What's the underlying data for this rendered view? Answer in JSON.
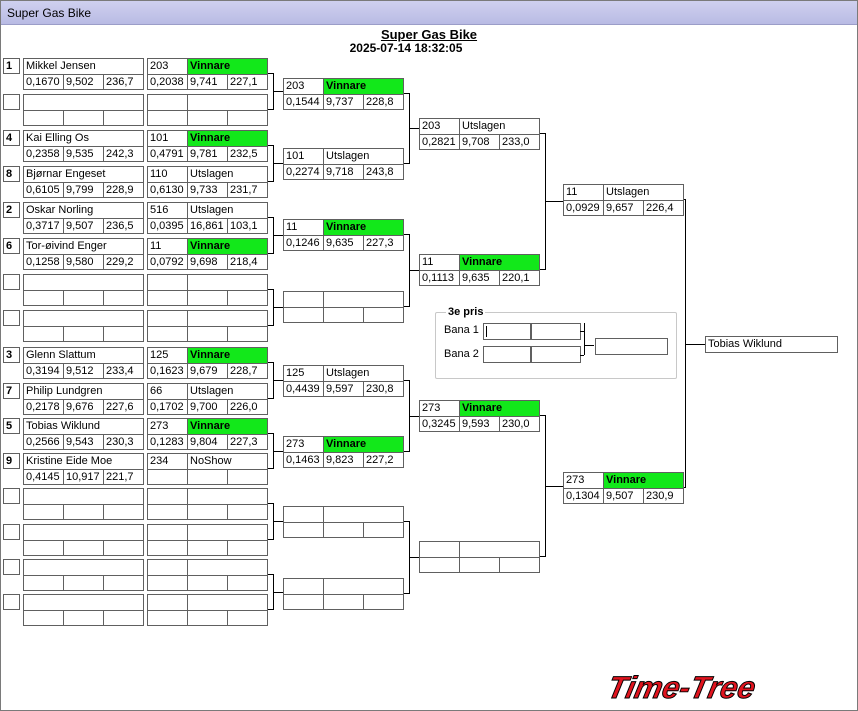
{
  "window": {
    "title": "Super Gas Bike"
  },
  "header": {
    "title": "Super Gas Bike",
    "datetime": "2025-07-14 18:32:05"
  },
  "rounds": {
    "r1": [
      {
        "seed": "1",
        "name": "Mikkel Jensen",
        "rt": "0,1670",
        "et": "9,502",
        "speed": "236,7"
      },
      {
        "seed": "",
        "name": "",
        "rt": "",
        "et": "",
        "speed": ""
      },
      {
        "seed": "4",
        "name": "Kai Elling Os",
        "rt": "0,2358",
        "et": "9,535",
        "speed": "242,3"
      },
      {
        "seed": "8",
        "name": "Bjørnar Engeset",
        "rt": "0,6105",
        "et": "9,799",
        "speed": "228,9"
      },
      {
        "seed": "2",
        "name": "Oskar Norling",
        "rt": "0,3717",
        "et": "9,507",
        "speed": "236,5"
      },
      {
        "seed": "6",
        "name": "Tor-øivind Enger",
        "rt": "0,1258",
        "et": "9,580",
        "speed": "229,2"
      },
      {
        "seed": "",
        "name": "",
        "rt": "",
        "et": "",
        "speed": ""
      },
      {
        "seed": "",
        "name": "",
        "rt": "",
        "et": "",
        "speed": ""
      },
      {
        "seed": "3",
        "name": "Glenn Slattum",
        "rt": "0,3194",
        "et": "9,512",
        "speed": "233,4"
      },
      {
        "seed": "7",
        "name": "Philip Lundgren",
        "rt": "0,2178",
        "et": "9,676",
        "speed": "227,6"
      },
      {
        "seed": "5",
        "name": "Tobias Wiklund",
        "rt": "0,2566",
        "et": "9,543",
        "speed": "230,3"
      },
      {
        "seed": "9",
        "name": "Kristine  Eide Moe",
        "rt": "0,4145",
        "et": "10,917",
        "speed": "221,7"
      },
      {
        "seed": "",
        "name": "",
        "rt": "",
        "et": "",
        "speed": ""
      },
      {
        "seed": "",
        "name": "",
        "rt": "",
        "et": "",
        "speed": ""
      },
      {
        "seed": "",
        "name": "",
        "rt": "",
        "et": "",
        "speed": ""
      },
      {
        "seed": "",
        "name": "",
        "rt": "",
        "et": "",
        "speed": ""
      }
    ],
    "r2": [
      {
        "num": "203",
        "status": "Vinnare",
        "rt": "0,2038",
        "et": "9,741",
        "speed": "227,1"
      },
      {
        "num": "",
        "status": "",
        "rt": "",
        "et": "",
        "speed": ""
      },
      {
        "num": "101",
        "status": "Vinnare",
        "rt": "0,4791",
        "et": "9,781",
        "speed": "232,5"
      },
      {
        "num": "110",
        "status": "Utslagen",
        "rt": "0,6130",
        "et": "9,733",
        "speed": "231,7"
      },
      {
        "num": "516",
        "status": "Utslagen",
        "rt": "0,0395",
        "et": "16,861",
        "speed": "103,1"
      },
      {
        "num": "11",
        "status": "Vinnare",
        "rt": "0,0792",
        "et": "9,698",
        "speed": "218,4"
      },
      {
        "num": "",
        "status": "",
        "rt": "",
        "et": "",
        "speed": ""
      },
      {
        "num": "",
        "status": "",
        "rt": "",
        "et": "",
        "speed": ""
      },
      {
        "num": "125",
        "status": "Vinnare",
        "rt": "0,1623",
        "et": "9,679",
        "speed": "228,7"
      },
      {
        "num": "66",
        "status": "Utslagen",
        "rt": "0,1702",
        "et": "9,700",
        "speed": "226,0"
      },
      {
        "num": "273",
        "status": "Vinnare",
        "rt": "0,1283",
        "et": "9,804",
        "speed": "227,3"
      },
      {
        "num": "234",
        "status": "NoShow",
        "rt": "",
        "et": "",
        "speed": ""
      },
      {
        "num": "",
        "status": "",
        "rt": "",
        "et": "",
        "speed": ""
      },
      {
        "num": "",
        "status": "",
        "rt": "",
        "et": "",
        "speed": ""
      },
      {
        "num": "",
        "status": "",
        "rt": "",
        "et": "",
        "speed": ""
      },
      {
        "num": "",
        "status": "",
        "rt": "",
        "et": "",
        "speed": ""
      }
    ],
    "r3": [
      {
        "num": "203",
        "status": "Vinnare",
        "rt": "0,1544",
        "et": "9,737",
        "speed": "228,8"
      },
      {
        "num": "101",
        "status": "Utslagen",
        "rt": "0,2274",
        "et": "9,718",
        "speed": "243,8"
      },
      {
        "num": "11",
        "status": "Vinnare",
        "rt": "0,1246",
        "et": "9,635",
        "speed": "227,3"
      },
      {
        "num": "",
        "status": "",
        "rt": "",
        "et": "",
        "speed": ""
      },
      {
        "num": "125",
        "status": "Utslagen",
        "rt": "0,4439",
        "et": "9,597",
        "speed": "230,8"
      },
      {
        "num": "273",
        "status": "Vinnare",
        "rt": "0,1463",
        "et": "9,823",
        "speed": "227,2"
      },
      {
        "num": "",
        "status": "",
        "rt": "",
        "et": "",
        "speed": ""
      },
      {
        "num": "",
        "status": "",
        "rt": "",
        "et": "",
        "speed": ""
      }
    ],
    "r4": [
      {
        "num": "203",
        "status": "Utslagen",
        "rt": "0,2821",
        "et": "9,708",
        "speed": "233,0"
      },
      {
        "num": "11",
        "status": "Vinnare",
        "rt": "0,1113",
        "et": "9,635",
        "speed": "220,1"
      },
      {
        "num": "273",
        "status": "Vinnare",
        "rt": "0,3245",
        "et": "9,593",
        "speed": "230,0"
      },
      {
        "num": "",
        "status": "",
        "rt": "",
        "et": "",
        "speed": ""
      }
    ],
    "r5": [
      {
        "num": "11",
        "status": "Utslagen",
        "rt": "0,0929",
        "et": "9,657",
        "speed": "226,4"
      },
      {
        "num": "273",
        "status": "Vinnare",
        "rt": "0,1304",
        "et": "9,507",
        "speed": "230,9"
      }
    ]
  },
  "champion": "Tobias Wiklund",
  "third_place": {
    "title": "3e pris",
    "lane1": "Bana 1",
    "lane2": "Bana 2"
  },
  "logo": {
    "text": "Time-Tree",
    "color": "#e0141e"
  },
  "colors": {
    "winner": "#12e81a",
    "titlebar": "#c4c6ea"
  }
}
